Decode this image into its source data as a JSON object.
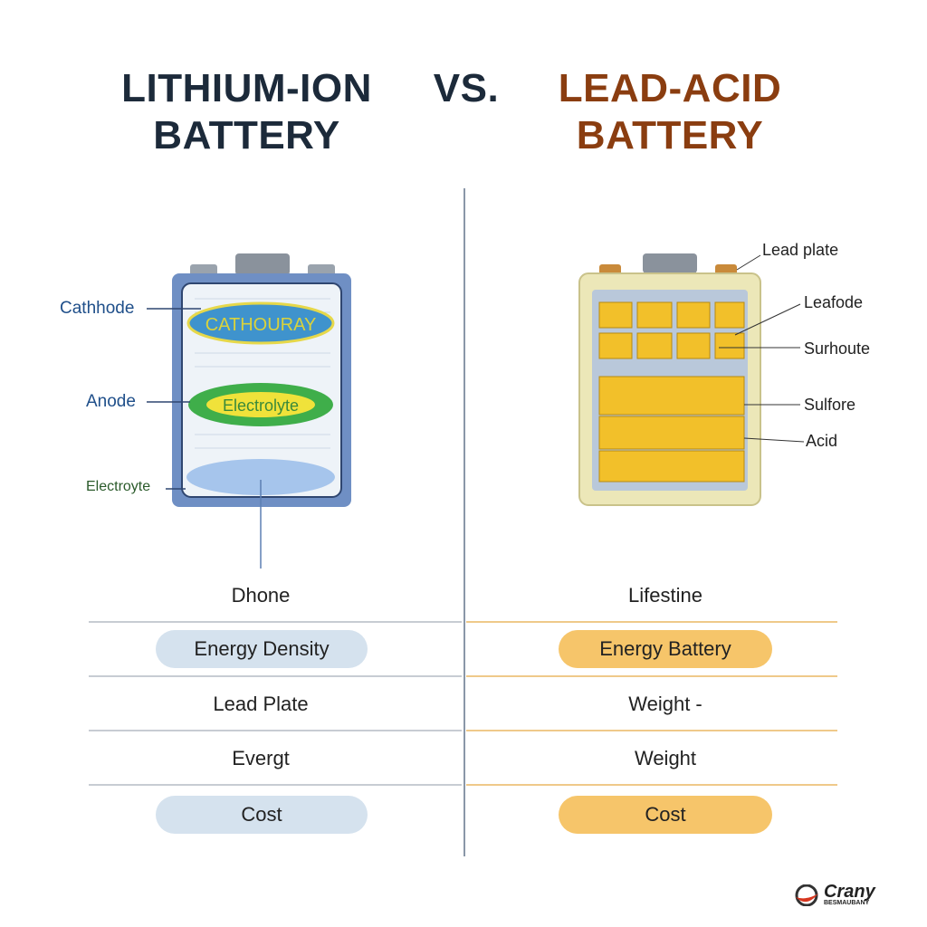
{
  "header": {
    "left_title_1": "LITHIUM-ION",
    "left_title_2": "BATTERY",
    "vs": "VS.",
    "right_title_1": "LEAD-ACID",
    "right_title_2": "BATTERY"
  },
  "left_diagram": {
    "labels": [
      "Cathhode",
      "Anode",
      "Electroyte"
    ],
    "cell_texts": [
      "CATHOURAY",
      "Electrolyte"
    ]
  },
  "right_diagram": {
    "labels": [
      "Lead plate",
      "Leafode",
      "Surhoute",
      "Sulfore",
      "Acid"
    ]
  },
  "table": {
    "left": [
      "Dhone",
      "Energy Density",
      "Lead Plate",
      "Evergt",
      "Cost"
    ],
    "right": [
      "Lifestine",
      "Energy Battery",
      "Weight -",
      "Weight",
      "Cost"
    ]
  },
  "logo": {
    "name": "Crany",
    "tagline": "BESMAUBANY"
  },
  "colors": {
    "left_title": "#1c2a3a",
    "right_title": "#8a3d10",
    "left_pill": "#d5e2ee",
    "right_pill": "#f6c56a"
  }
}
